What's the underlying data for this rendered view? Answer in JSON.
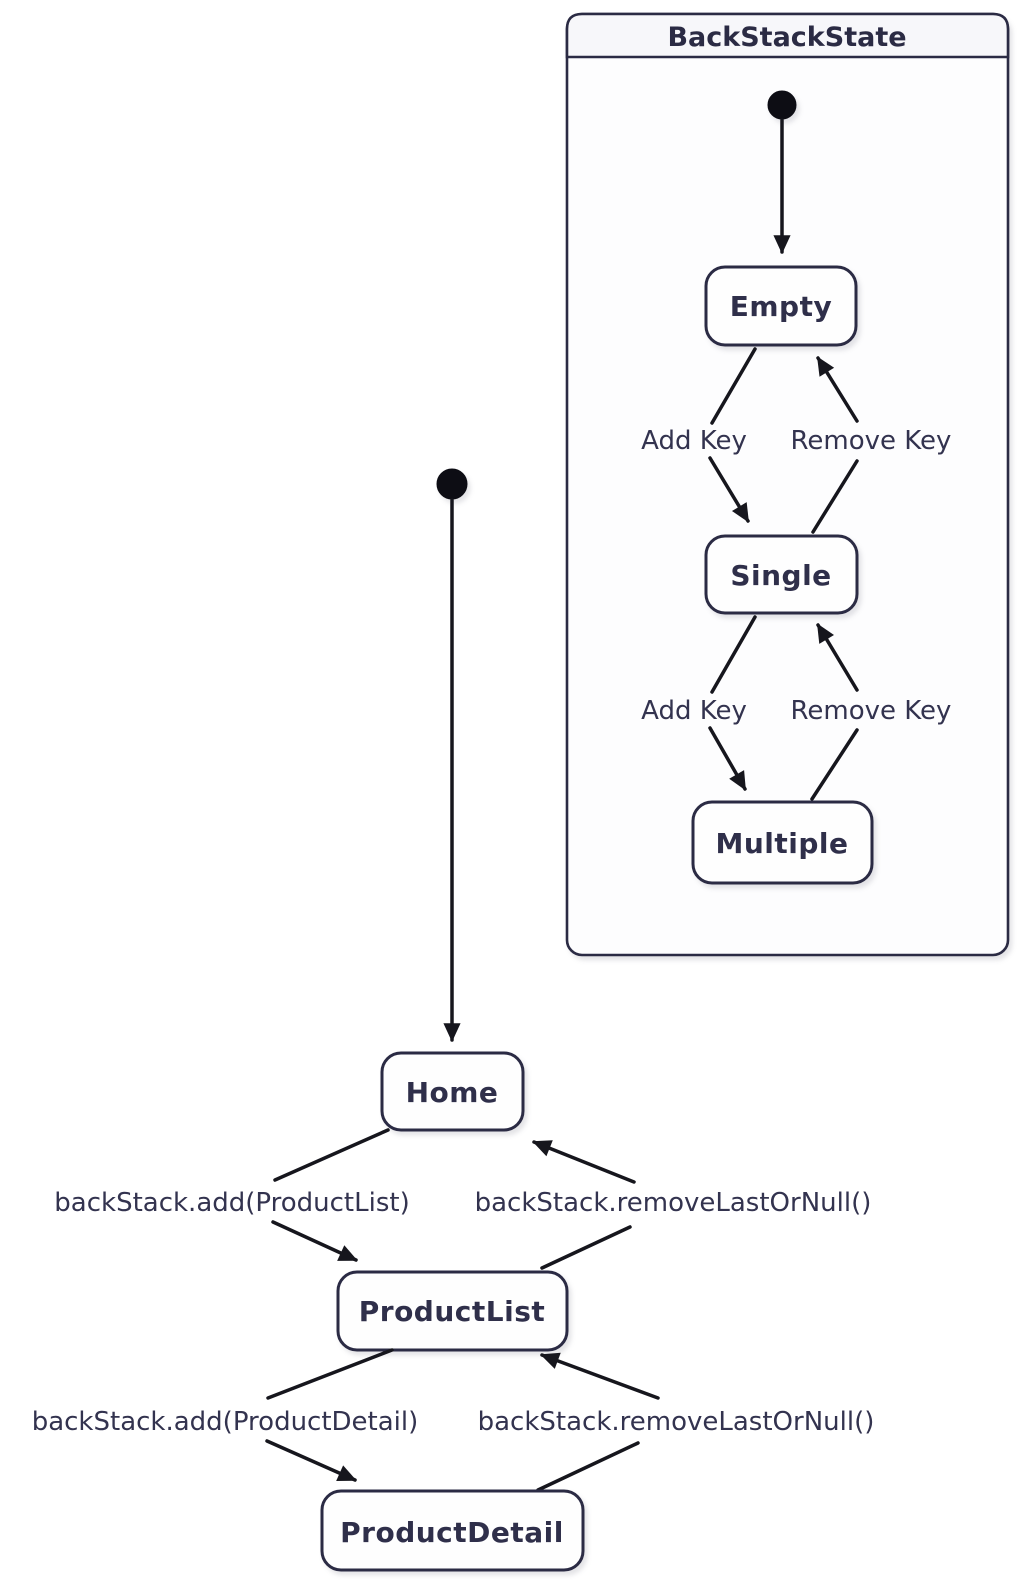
{
  "colors": {
    "ink": "#2b2b44",
    "edge_line": "#16161d",
    "state_fill": "#fefefe",
    "container_fill": "#fdfdfe",
    "titlebar_fill": "#f7f7fa",
    "page_background": "#ffffff",
    "label_text": "#33334f"
  },
  "backstack_diagram": {
    "title": "BackStackState",
    "states": {
      "empty": "Empty",
      "single": "Single",
      "multiple": "Multiple"
    },
    "transitions": {
      "empty_to_single": "Add Key",
      "single_to_empty": "Remove Key",
      "single_to_multiple": "Add Key",
      "multiple_to_single": "Remove Key"
    }
  },
  "navigation_diagram": {
    "states": {
      "home": "Home",
      "product_list": "ProductList",
      "product_detail": "ProductDetail"
    },
    "transitions": {
      "home_to_list": "backStack.add(ProductList)",
      "list_to_home": "backStack.removeLastOrNull()",
      "list_to_detail": "backStack.add(ProductDetail)",
      "detail_to_list": "backStack.removeLastOrNull()"
    }
  }
}
